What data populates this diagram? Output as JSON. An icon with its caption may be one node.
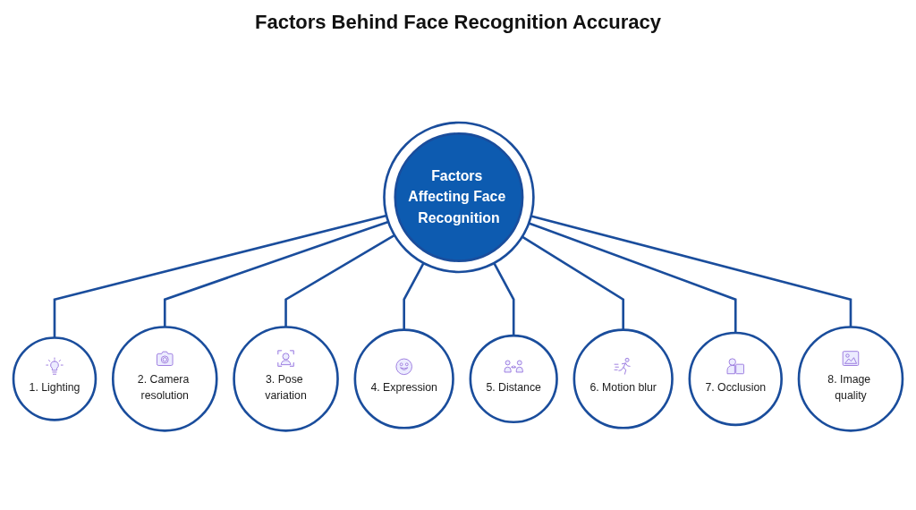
{
  "diagram": {
    "title": "Factors Behind Face Recognition Accuracy",
    "nodes": [
      {
        "text": [
          "Factors Affecting Face Recognition"
        ]
      },
      {
        "text": [
          "1. Lighting"
        ]
      },
      {
        "text": [
          "2. Camera resolution"
        ]
      },
      {
        "text": [
          "3. Pose variation"
        ]
      },
      {
        "text": [
          "4. Expression"
        ]
      },
      {
        "text": [
          "5. Distance"
        ]
      },
      {
        "text": [
          "6. Motion blur"
        ]
      },
      {
        "text": [
          "7. Occlusion"
        ]
      },
      {
        "text": [
          "8. Image quality"
        ]
      }
    ],
    "edges": [
      {
        "from": 0,
        "to": 1,
        "arrow": "none"
      },
      {
        "from": 0,
        "to": 2,
        "arrow": "none"
      },
      {
        "from": 0,
        "to": 3,
        "arrow": "none"
      },
      {
        "from": 0,
        "to": 4,
        "arrow": "none"
      },
      {
        "from": 0,
        "to": 5,
        "arrow": "none"
      },
      {
        "from": 0,
        "to": 6,
        "arrow": "none"
      },
      {
        "from": 0,
        "to": 7,
        "arrow": "none"
      },
      {
        "from": 0,
        "to": 8,
        "arrow": "none"
      }
    ]
  }
}
